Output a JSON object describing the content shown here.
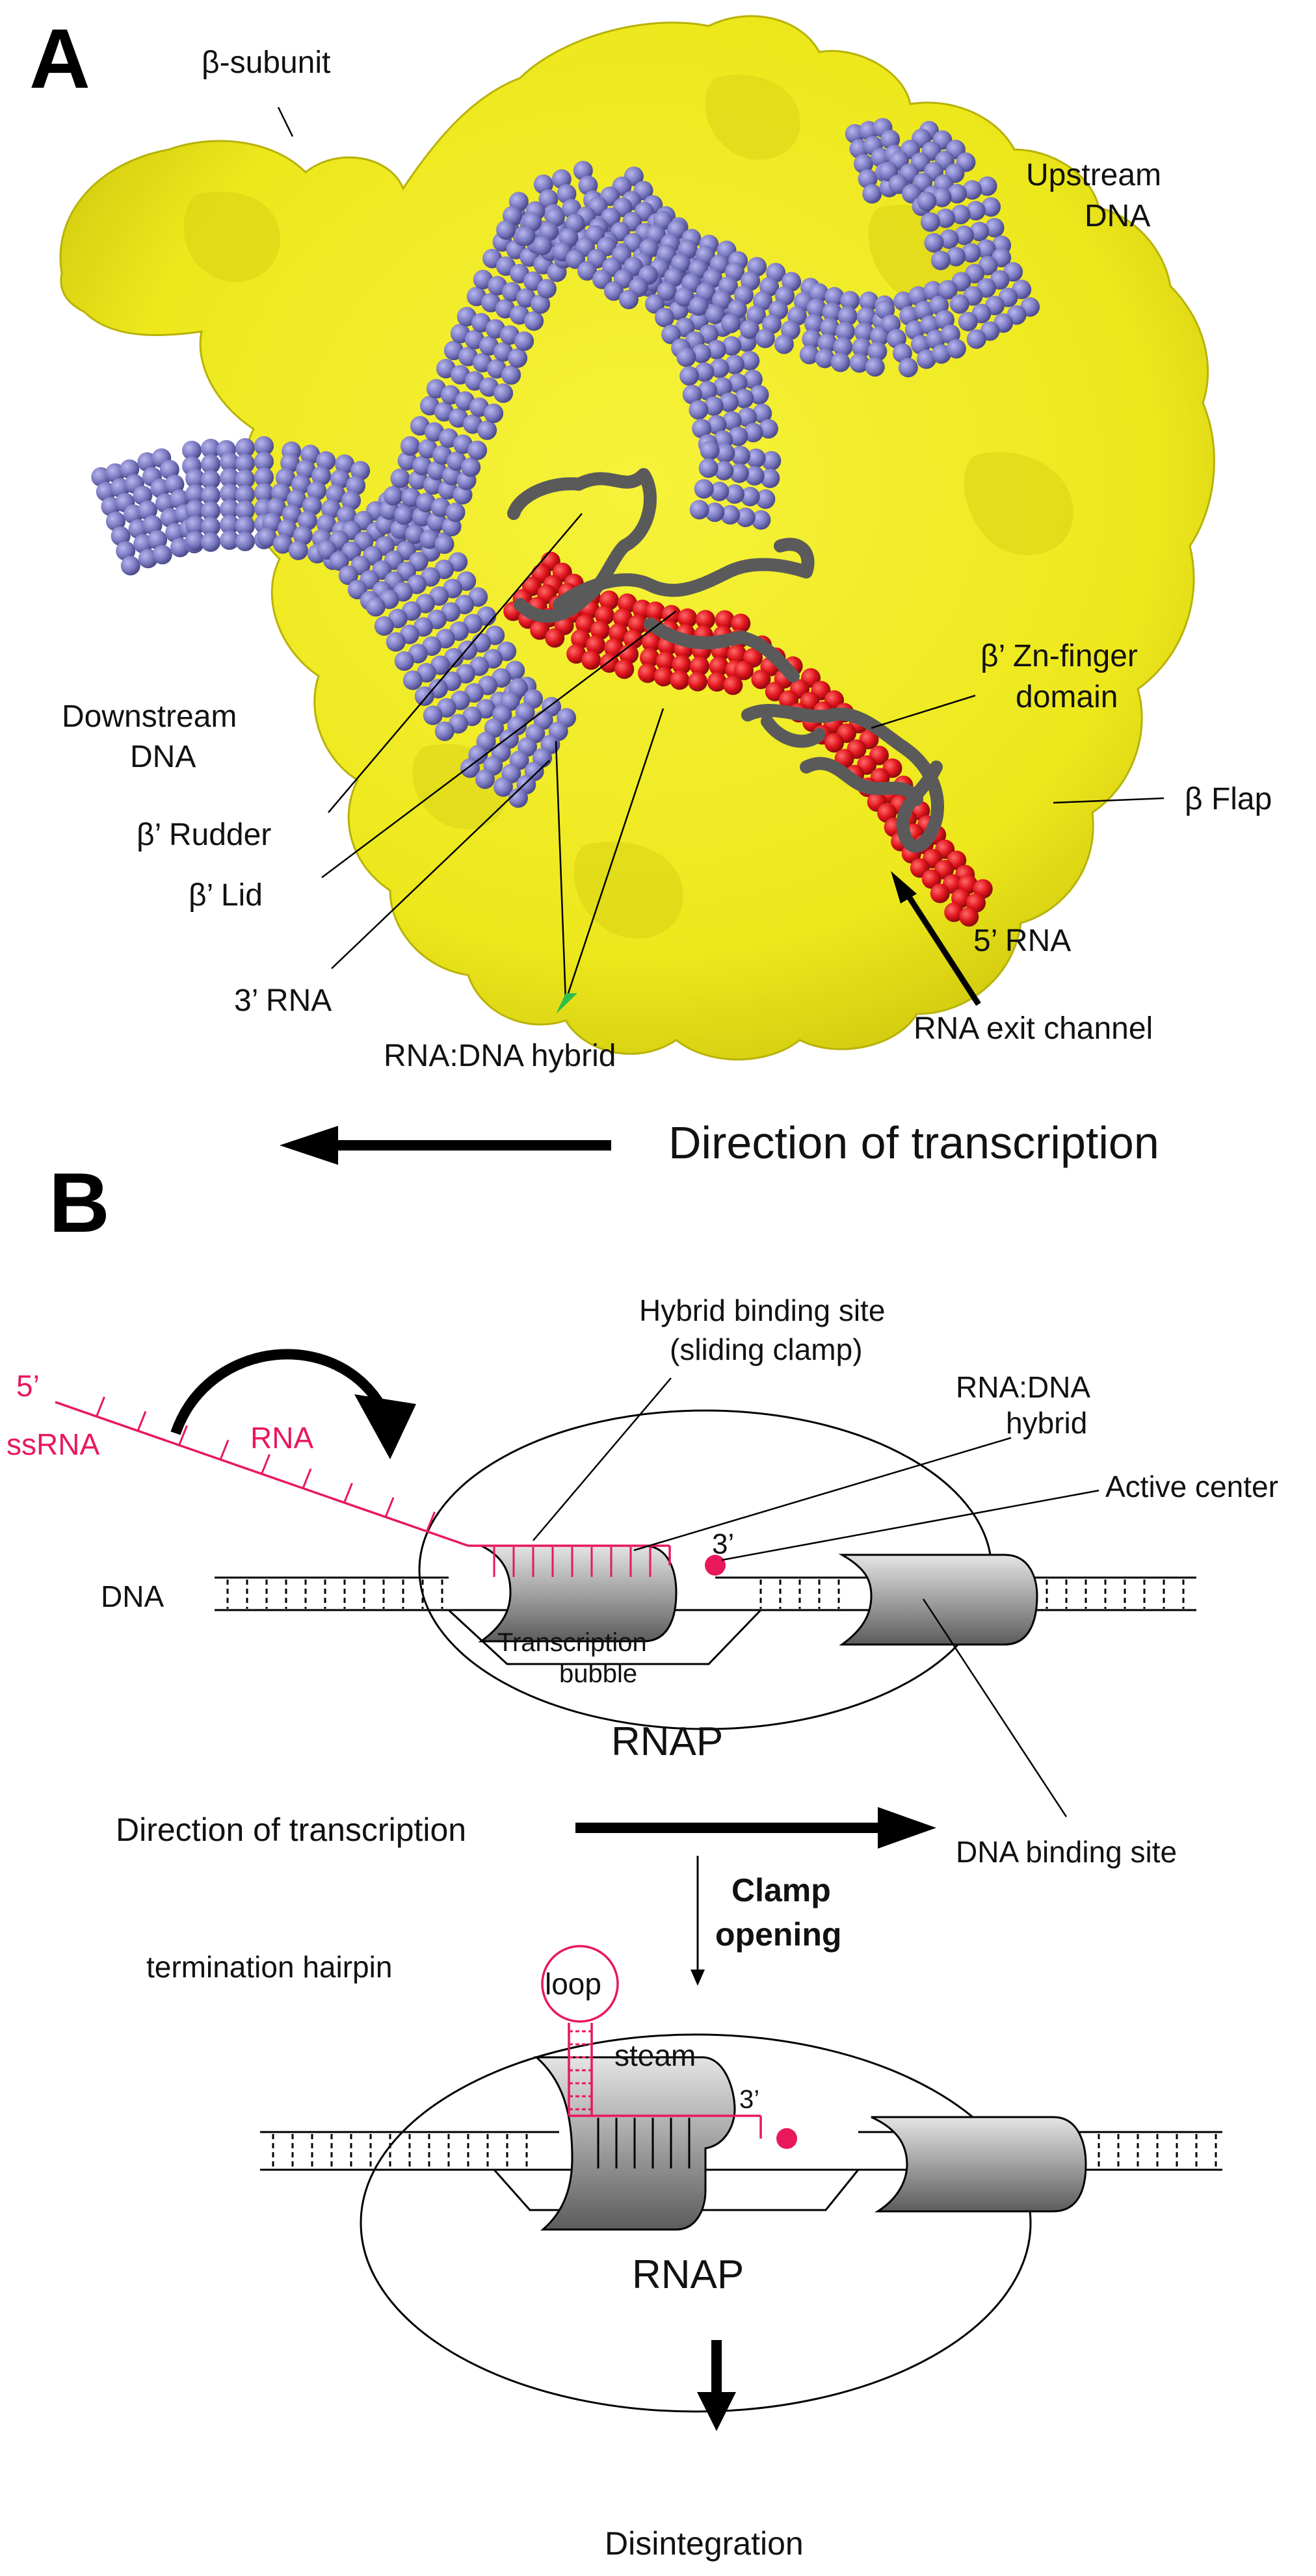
{
  "colors": {
    "protein": "#f0ec1e",
    "protein_shade": "#c9c20c",
    "dna": "#7d7bc2",
    "rna": "#e0141c",
    "backbone": "#5a5a5a",
    "rna_pink": "#e8185b",
    "clamp_gray": "#b0b0b0"
  },
  "panel_a": {
    "letter": "A",
    "labels": {
      "beta_subunit": "β-subunit",
      "upstream_dna_1": "Upstream",
      "upstream_dna_2": "DNA",
      "downstream_dna_1": "Downstream",
      "downstream_dna_2": "DNA",
      "zn_finger_1": "β’ Zn-finger",
      "zn_finger_2": "domain",
      "beta_flap": "β Flap",
      "beta_rudder": "β’ Rudder",
      "beta_lid": "β’ Lid",
      "rna_3": "3’ RNA",
      "rna_5": "5’ RNA",
      "rna_dna_hybrid": "RNA:DNA hybrid",
      "rna_exit_channel": "RNA exit channel"
    },
    "direction_label": "Direction of transcription"
  },
  "panel_b": {
    "letter": "B",
    "labels": {
      "five_prime": "5’",
      "ssrna": "ssRNA",
      "rna": "RNA",
      "hybrid_site_1": "Hybrid binding site",
      "hybrid_site_2": "(sliding clamp)",
      "rna_dna_1": "RNA:DNA",
      "rna_dna_2": "hybrid",
      "active_center": "Active center",
      "three_prime": "3’",
      "dna": "DNA",
      "bubble_1": "Transcription",
      "bubble_2": "bubble",
      "rnap": "RNAP",
      "direction": "Direction of transcription",
      "dna_binding_site": "DNA binding site",
      "clamp_1": "Clamp",
      "clamp_2": "opening",
      "termination_hairpin": "termination hairpin",
      "loop": "loop",
      "steam": "steam",
      "three_prime_2": "3’",
      "rnap_2": "RNAP",
      "disintegration": "Disintegration"
    }
  }
}
